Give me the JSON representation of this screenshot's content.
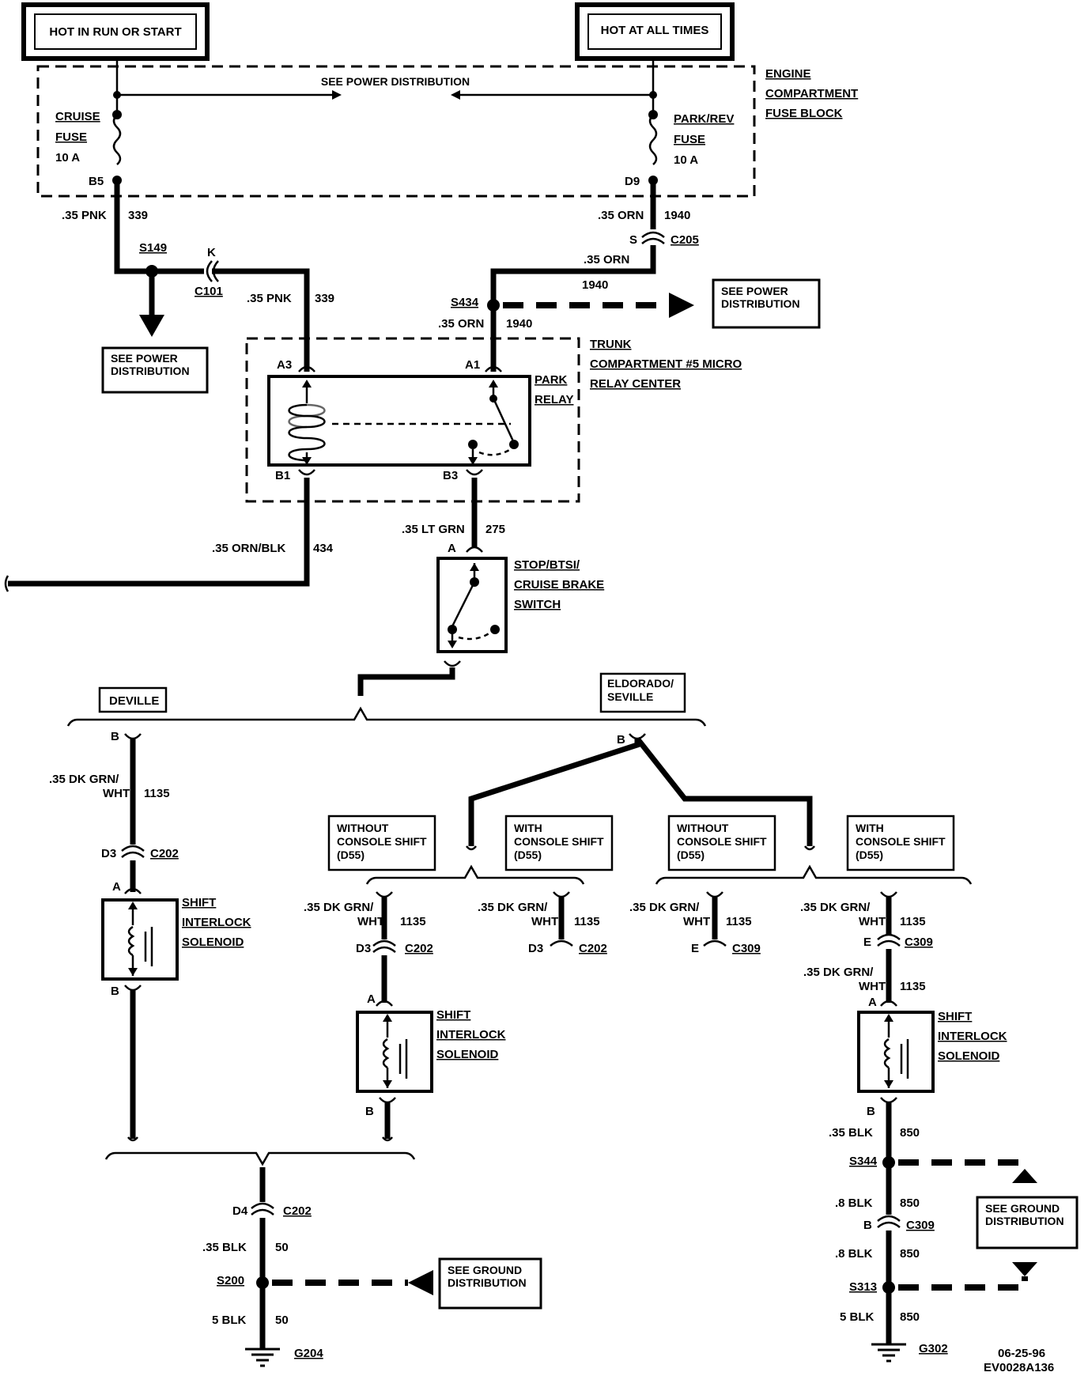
{
  "power": {
    "hot_run_start": "HOT IN RUN OR START",
    "hot_all_times": "HOT AT ALL TIMES"
  },
  "fuse_block": {
    "see_power": "SEE POWER DISTRIBUTION",
    "label": [
      "ENGINE",
      "COMPARTMENT",
      "FUSE BLOCK"
    ],
    "cruise_fuse": [
      "CRUISE",
      "FUSE",
      "10 A"
    ],
    "cruise_pin": "B5",
    "park_fuse": [
      "PARK/REV",
      "FUSE",
      "10 A"
    ],
    "park_pin": "D9"
  },
  "left_feed": {
    "wire1": ".35 PNK",
    "circuit1": "339",
    "splice": "S149",
    "conn_pin": "K",
    "conn": "C101",
    "wire2": ".35 PNK",
    "circuit2": "339",
    "see_power": "SEE POWER DISTRIBUTION"
  },
  "right_feed": {
    "wire1": ".35 ORN",
    "circuit1": "1940",
    "conn_pin": "S",
    "conn": "C205",
    "wire2": ".35 ORN",
    "circuit2": "1940",
    "splice": "S434",
    "wire3": ".35 ORN",
    "circuit3": "1940",
    "see_power": "SEE POWER DISTRIBUTION"
  },
  "relay": {
    "center": [
      "TRUNK",
      "COMPARTMENT #5 MICRO",
      "RELAY CENTER"
    ],
    "name": [
      "PARK",
      "RELAY"
    ],
    "pin_a3": "A3",
    "pin_a1": "A1",
    "pin_b1": "B1",
    "pin_b3": "B3",
    "out_left_wire": ".35 ORN/BLK",
    "out_left_circuit": "434",
    "out_right_wire": ".35 LT GRN",
    "out_right_circuit": "275"
  },
  "brake_switch": {
    "pin": "A",
    "label": [
      "STOP/BTSI/",
      "CRUISE BRAKE",
      "SWITCH"
    ]
  },
  "variants": {
    "deville": "DEVILLE",
    "eldorado": [
      "ELDORADO/",
      "SEVILLE"
    ],
    "without_console": [
      "WITHOUT",
      "CONSOLE SHIFT",
      "(D55)"
    ],
    "with_console": [
      "WITH",
      "CONSOLE SHIFT",
      "(D55)"
    ]
  },
  "deville_branch": {
    "pin_b": "B",
    "wire": [
      ".35 DK GRN/",
      "WHT"
    ],
    "circuit": "1135",
    "conn_pin": "D3",
    "conn": "C202",
    "sol_pin_a": "A",
    "sol_pin_b": "B",
    "solenoid": [
      "SHIFT",
      "INTERLOCK",
      "SOLENOID"
    ]
  },
  "eldorado_branch": {
    "pin_b": "B",
    "b1_wire": [
      ".35 DK GRN/",
      "WHT"
    ],
    "b1_circuit": "1135",
    "b1_conn_pin": "D3",
    "b1_conn": "C202",
    "b1_sol_a": "A",
    "b1_sol_b": "B",
    "b2_wire": [
      ".35 DK GRN/",
      "WHT"
    ],
    "b2_circuit": "1135",
    "b2_conn_pin": "D3",
    "b2_conn": "C202",
    "b3_wire": [
      ".35 DK GRN/",
      "WHT"
    ],
    "b3_circuit": "1135",
    "b3_conn_pin": "E",
    "b3_conn": "C309",
    "b4_wire": [
      ".35 DK GRN/",
      "WHT"
    ],
    "b4_circuit": "1135",
    "b4_conn_pin": "E",
    "b4_conn": "C309",
    "b4_wire2": [
      ".35 DK GRN/",
      "WHT"
    ],
    "b4_circuit2": "1135",
    "b4_sol_a": "A",
    "b4_sol_b": "B",
    "solenoid": [
      "SHIFT",
      "INTERLOCK",
      "SOLENOID"
    ]
  },
  "ground_left": {
    "conn_pin": "D4",
    "conn": "C202",
    "wire1": ".35 BLK",
    "circuit1": "50",
    "splice": "S200",
    "wire2": "5 BLK",
    "circuit2": "50",
    "ground": "G204",
    "see_ground": "SEE GROUND DISTRIBUTION"
  },
  "ground_right": {
    "wire1": ".35 BLK",
    "circuit1": "850",
    "splice1": "S344",
    "wire2": ".8 BLK",
    "circuit2": "850",
    "conn_pin": "B",
    "conn": "C309",
    "wire3": ".8 BLK",
    "circuit3": "850",
    "splice2": "S313",
    "wire4": "5 BLK",
    "circuit4": "850",
    "ground": "G302",
    "see_ground": "SEE GROUND DISTRIBUTION"
  },
  "footer": {
    "date": "06-25-96",
    "code": "EV0028A136"
  }
}
